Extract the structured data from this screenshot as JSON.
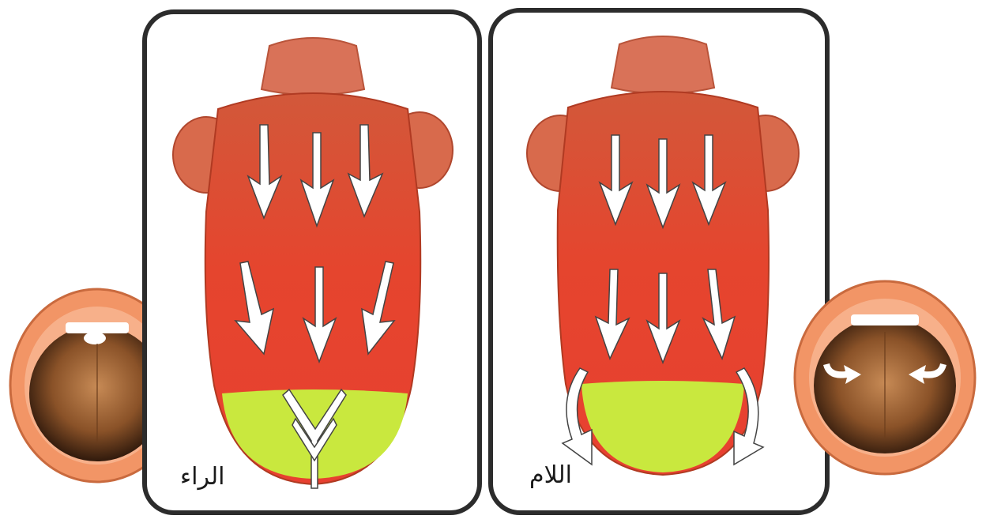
{
  "panels": {
    "ra": {
      "label": "الراء"
    },
    "lam": {
      "label": "اللام"
    }
  },
  "colors": {
    "border": "#2c2c2c",
    "tongue_red": "#e8452c",
    "tongue_dark": "#c9301c",
    "tip_green": "#c6e83a",
    "arrow": "#ffffff",
    "lips": "#f08a5a",
    "mouth_inner": "#3a1f10"
  },
  "icons": [
    "tongue-illustration",
    "airflow-arrow-icon",
    "open-mouth-illustration"
  ]
}
